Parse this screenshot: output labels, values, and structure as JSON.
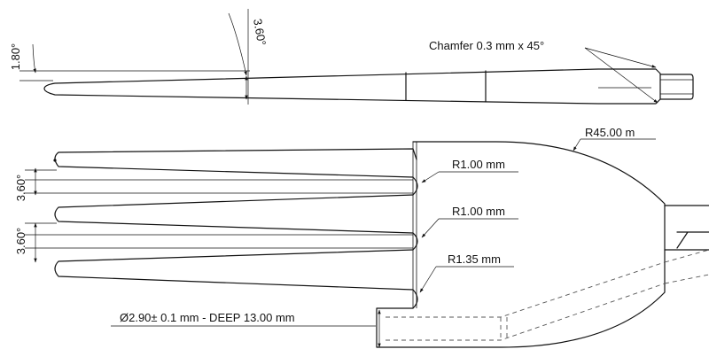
{
  "annotations": {
    "top_angle_small": "1.80°",
    "top_angle_large": "3.60°",
    "chamfer": "Chamfer 0.3 mm x 45°",
    "radius_outer": "R45.00 m",
    "radius_1": "R1.00 mm",
    "radius_2": "R1.00 mm",
    "radius_3": "R1.35 mm",
    "angle_left_1": "3.60°",
    "angle_left_2": "3.60°",
    "hole": "Ø2.90± 0.1 mm - DEEP 13.00 mm"
  }
}
